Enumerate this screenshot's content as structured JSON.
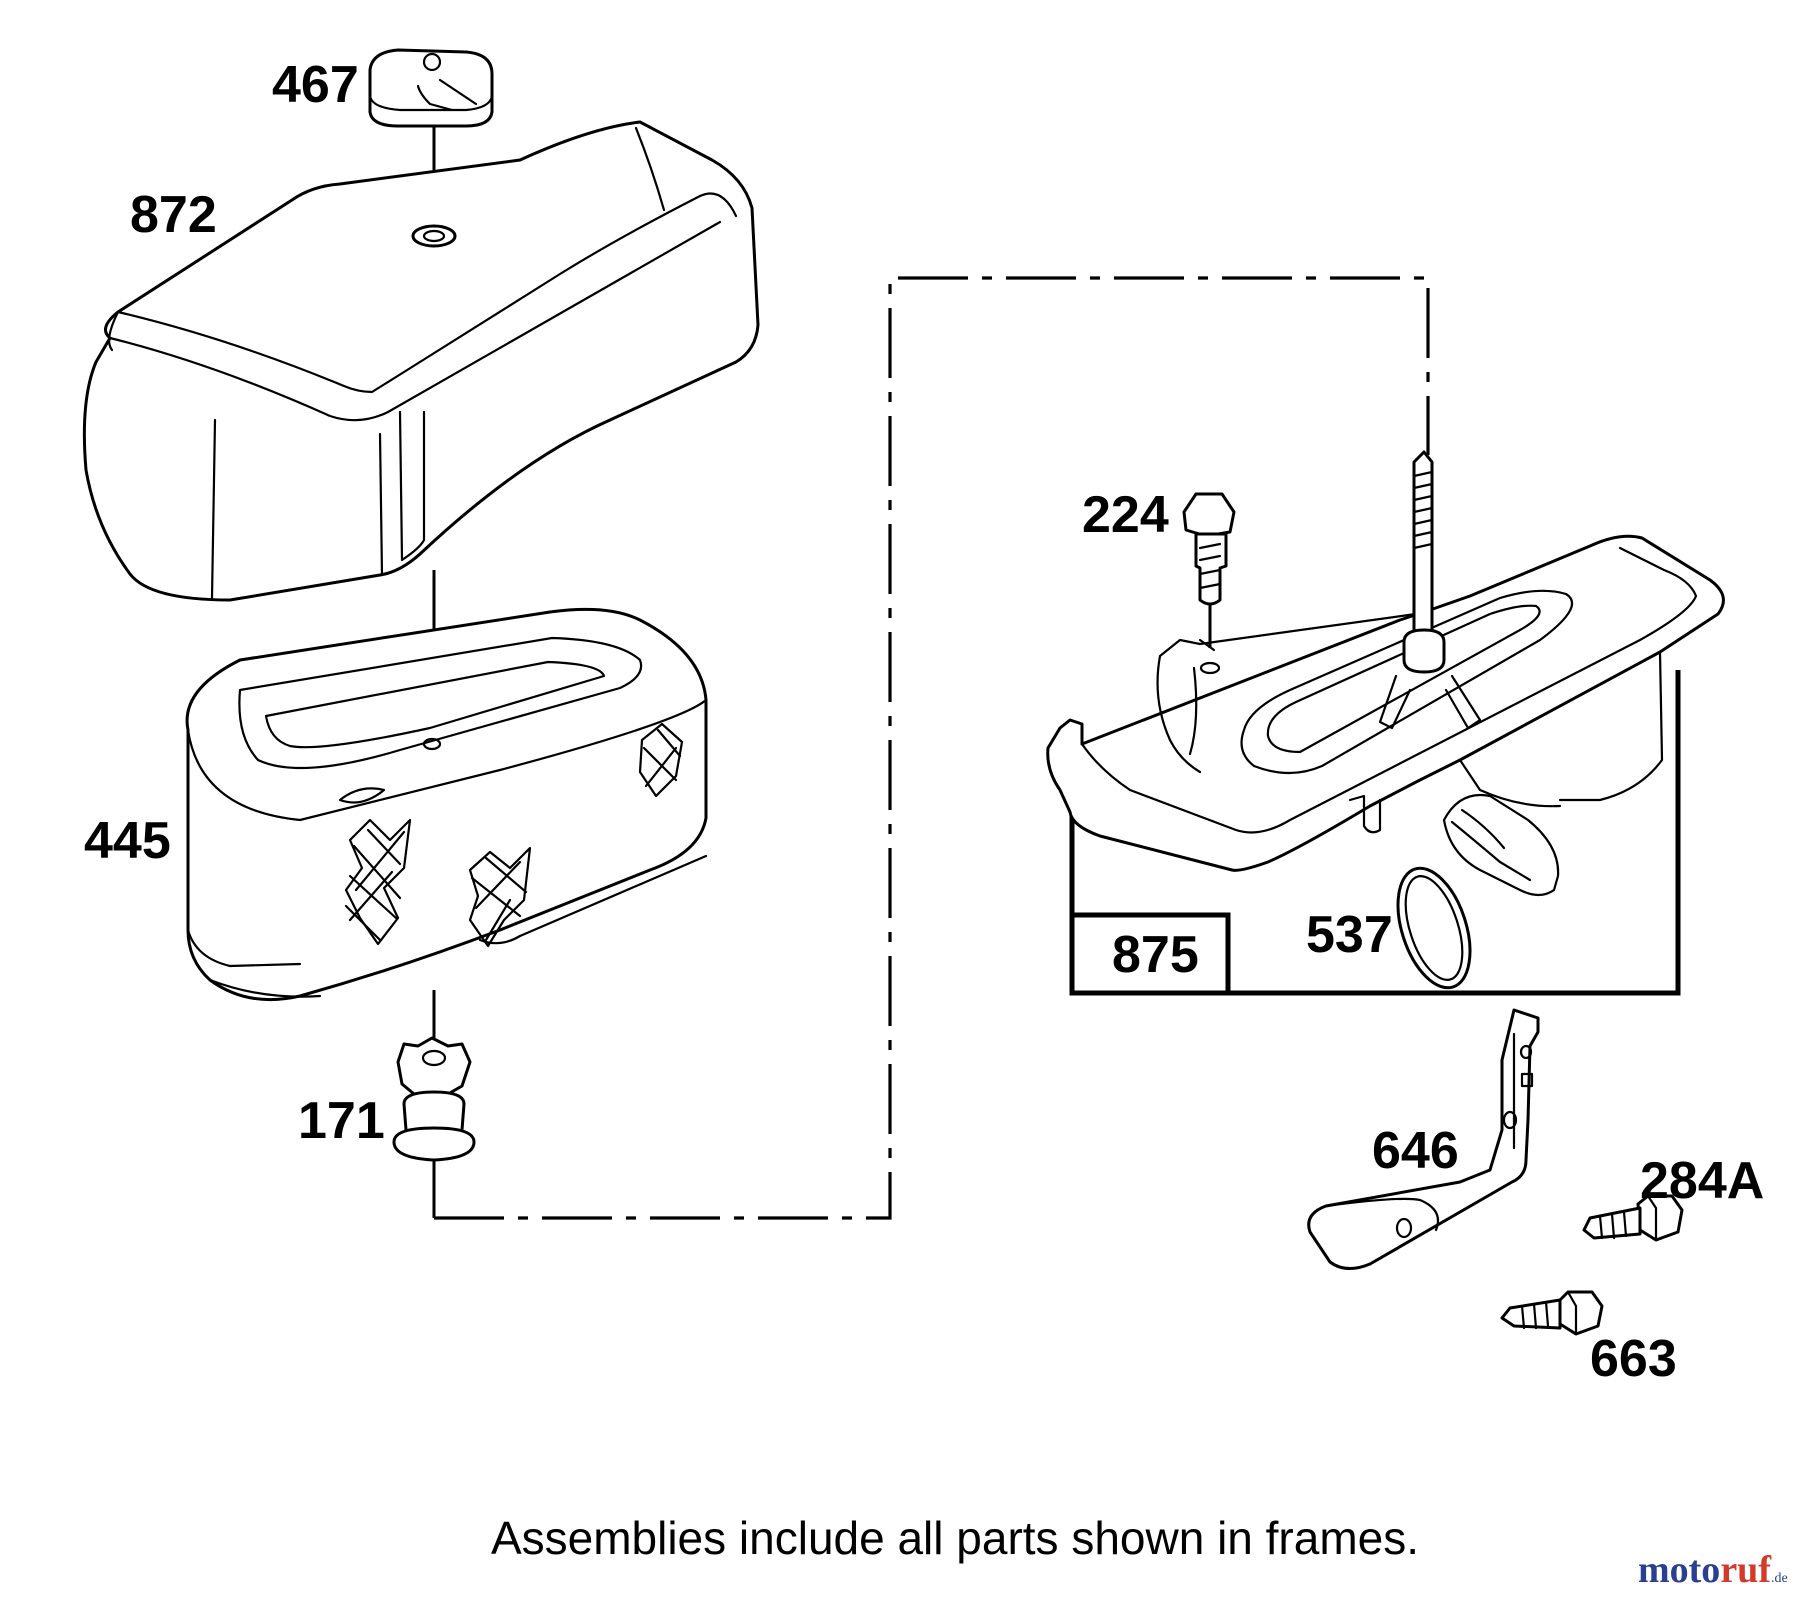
{
  "parts": {
    "p467": "467",
    "p872": "872",
    "p445": "445",
    "p171": "171",
    "p224": "224",
    "p875": "875",
    "p537": "537",
    "p646": "646",
    "p284A": "284A",
    "p663": "663"
  },
  "caption": "Assemblies include all parts shown in frames.",
  "watermark": {
    "a": "moto",
    "b": "ruf",
    "c": ".de"
  },
  "colors": {
    "line": "#000000",
    "background": "#ffffff",
    "watermark_blue": "#2a3f8f",
    "watermark_red": "#d23a2a"
  }
}
